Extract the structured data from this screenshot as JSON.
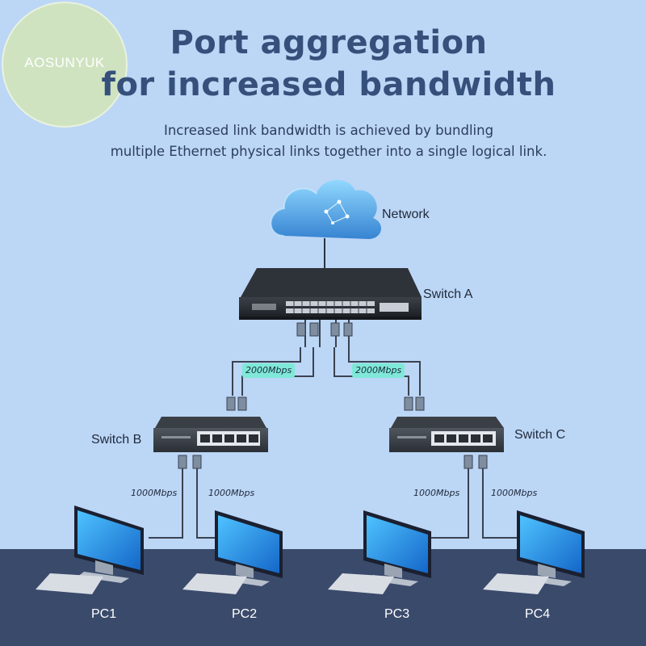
{
  "watermark": "AOSUNYUK",
  "title": {
    "line1": "Port aggregation",
    "line2": "for increased bandwidth"
  },
  "subtitle": {
    "line1": "Increased link bandwidth is achieved by bundling",
    "line2": "multiple Ethernet physical links together into a single logical link."
  },
  "nodes": {
    "network": "Network",
    "switch_a": "Switch A",
    "switch_b": "Switch B",
    "switch_c": "Switch C",
    "pcs": [
      "PC1",
      "PC2",
      "PC3",
      "PC4"
    ]
  },
  "links": {
    "aggregate_left": "2000Mbps",
    "aggregate_right": "2000Mbps",
    "pc_links": [
      "1000Mbps",
      "1000Mbps",
      "1000Mbps",
      "1000Mbps"
    ]
  },
  "colors": {
    "background": "#bcd6f6",
    "floor": "#3a4a6b",
    "title": "#35507a",
    "aggregate_highlight": "#7fe8d8"
  }
}
